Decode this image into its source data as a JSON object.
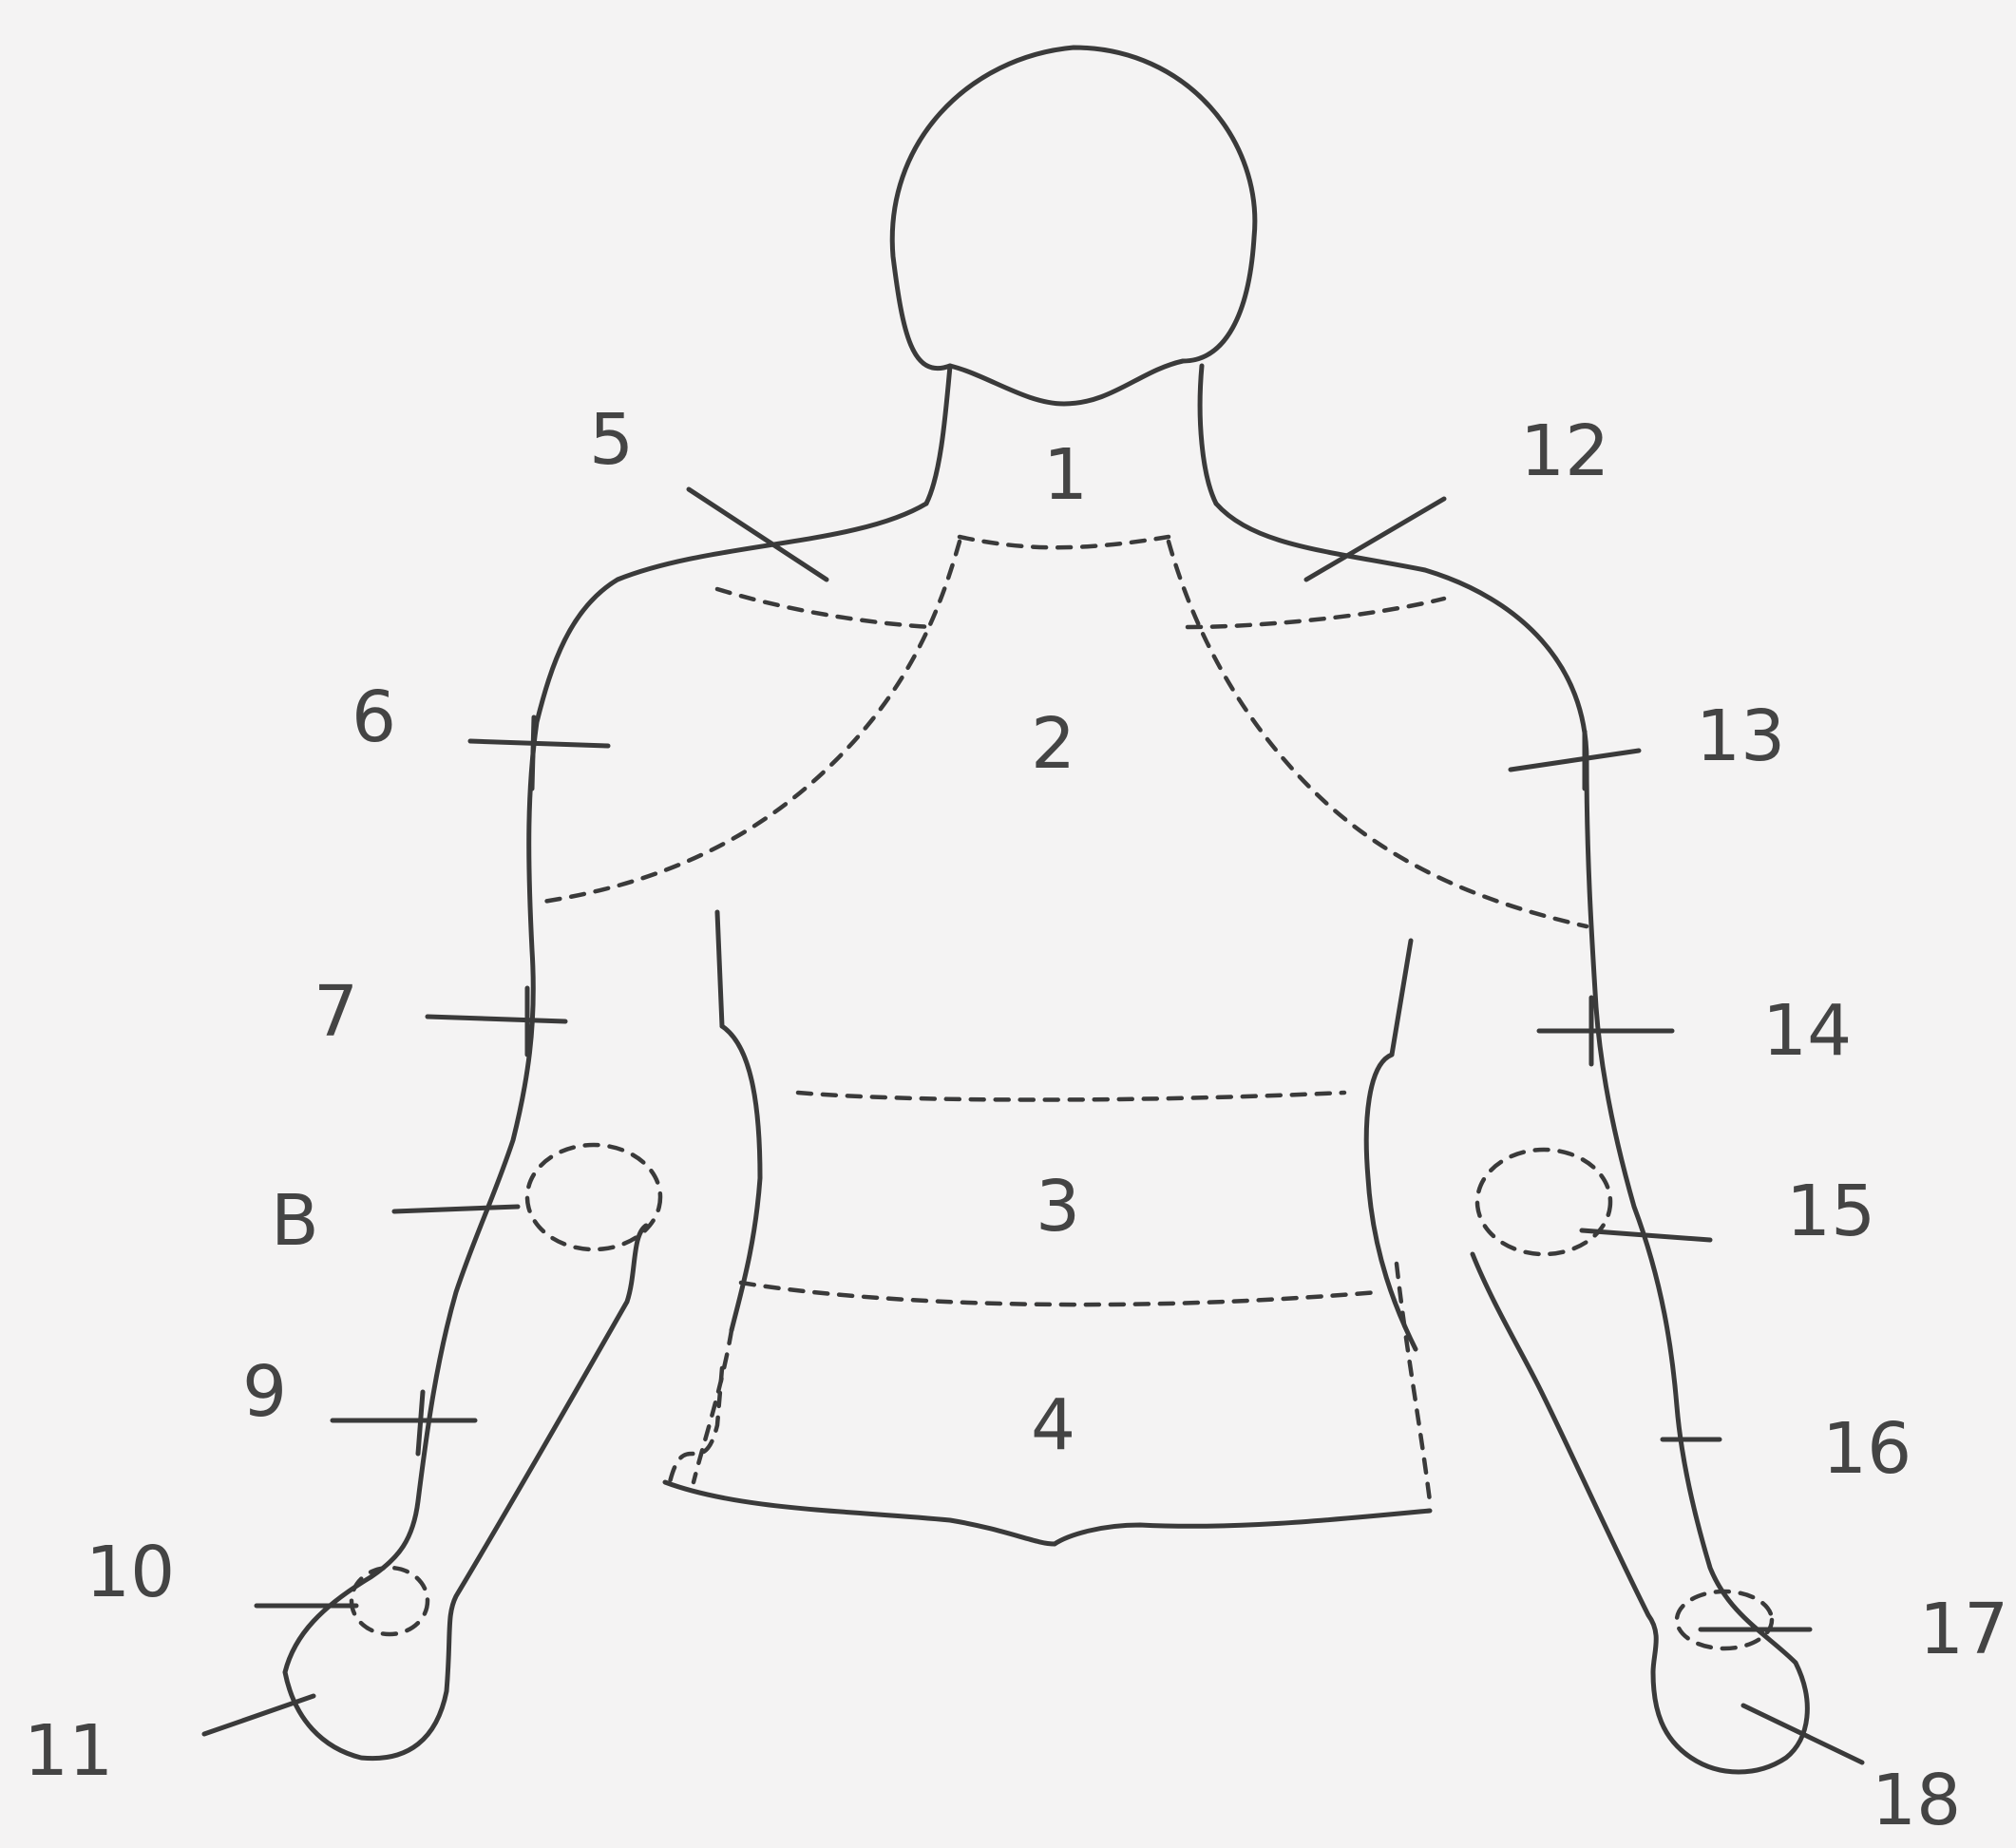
{
  "regions": [
    {
      "id": "neck",
      "label": "1"
    },
    {
      "id": "chest",
      "label": "2"
    },
    {
      "id": "abdomen-upper",
      "label": "3"
    },
    {
      "id": "abdomen-lower",
      "label": "4"
    }
  ],
  "left_markers": [
    "5",
    "6",
    "7",
    "B",
    "9",
    "10",
    "11"
  ],
  "right_markers": [
    "12",
    "13",
    "14",
    "15",
    "16",
    "17",
    "18"
  ]
}
